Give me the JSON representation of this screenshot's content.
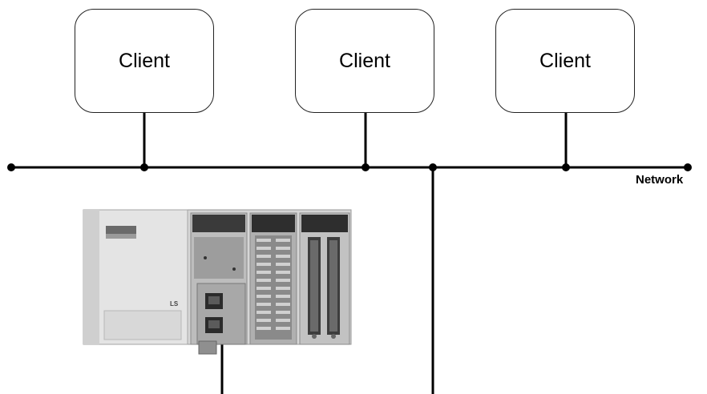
{
  "clients": [
    {
      "label": "Client"
    },
    {
      "label": "Client"
    },
    {
      "label": "Client"
    }
  ],
  "network": {
    "label": "Network"
  },
  "plc": {
    "brand_mark": "LS"
  }
}
